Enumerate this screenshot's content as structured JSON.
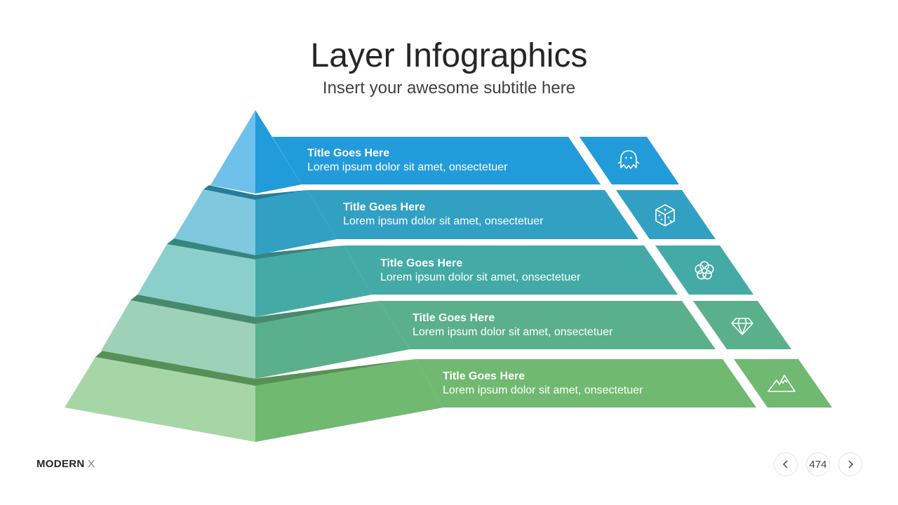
{
  "slide": {
    "title": "Layer Infographics",
    "subtitle": "Insert your awesome subtitle here",
    "brand_bold": "MODERN",
    "brand_light": "X",
    "page_number": "474"
  },
  "layers": [
    {
      "title": "Title  Goes Here",
      "desc": "Lorem ipsum dolor sit amet, onsectetuer",
      "icon": "ghost-icon",
      "color": "#229bdb",
      "light": "#6fc0ea"
    },
    {
      "title": "Title  Goes Here",
      "desc": "Lorem ipsum dolor sit amet, onsectetuer",
      "icon": "dice-icon",
      "color": "#31a0c3",
      "light": "#7fc8dd"
    },
    {
      "title": "Title  Goes Here",
      "desc": "Lorem ipsum dolor sit amet, onsectetuer",
      "icon": "flower-icon",
      "color": "#44aaa6",
      "light": "#8bcfcb"
    },
    {
      "title": "Title  Goes Here",
      "desc": "Lorem ipsum dolor sit amet, onsectetuer",
      "icon": "diamond-icon",
      "color": "#5ab08a",
      "light": "#9dd1b8"
    },
    {
      "title": "Title  Goes Here",
      "desc": "Lorem ipsum dolor sit amet, onsectetuer",
      "icon": "mountain-icon",
      "color": "#70b970",
      "light": "#a6d6a6"
    }
  ]
}
